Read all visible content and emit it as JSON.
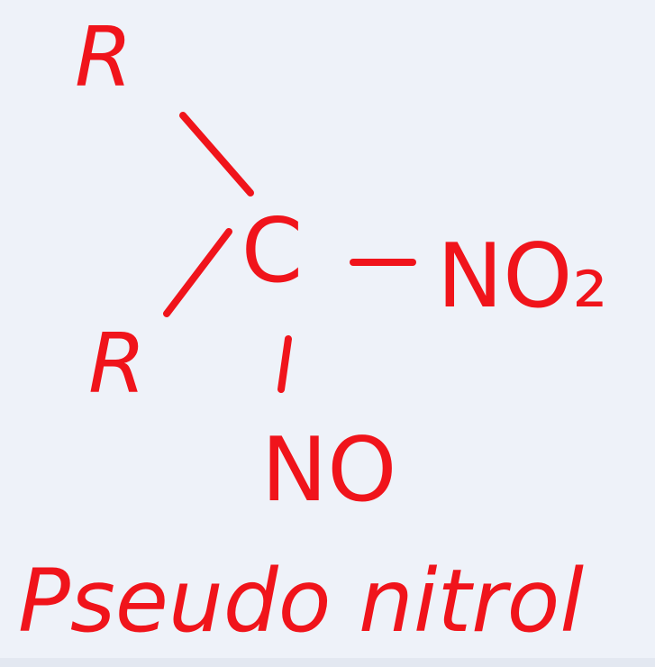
{
  "colors": {
    "ink": "#f0141b",
    "background": "#eef2f9"
  },
  "structure": {
    "center_atom": "C",
    "substituent_top": "R",
    "substituent_left": "R",
    "substituent_right": "NO₂",
    "substituent_bottom": "NO"
  },
  "caption": "Pseudo nitrol"
}
